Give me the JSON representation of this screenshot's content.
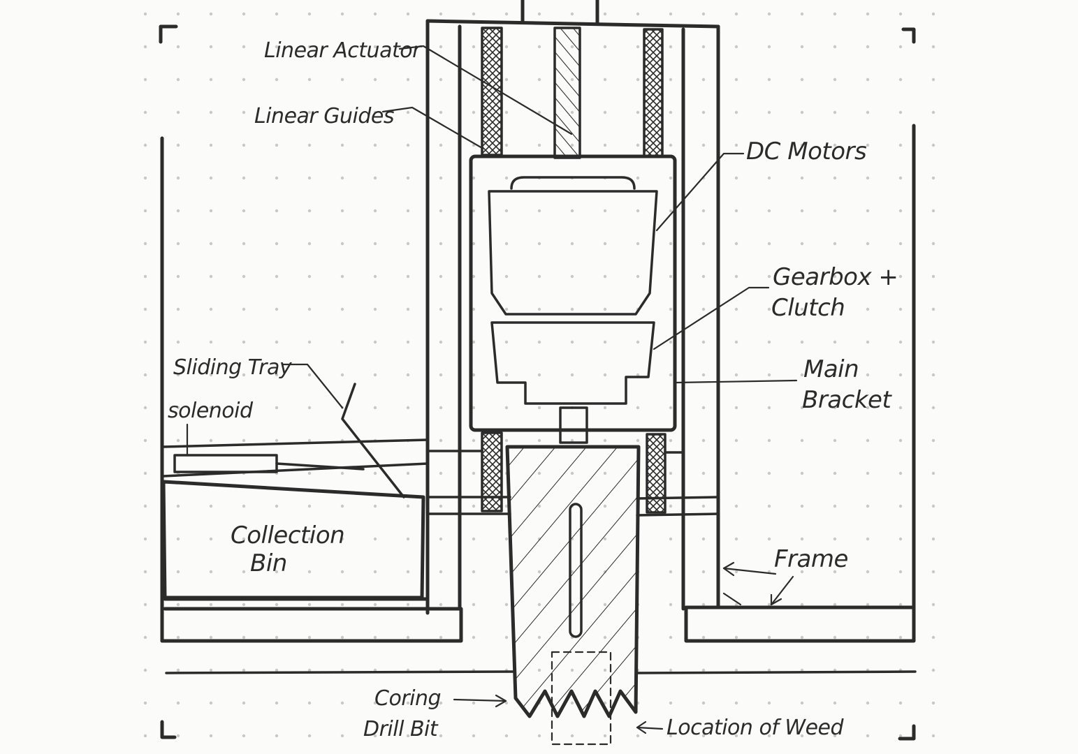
{
  "labels": {
    "linear_actuator": "Linear Actuator",
    "linear_guides": "Linear Guides",
    "dc_motors": "DC Motors",
    "gearbox_line1": "Gearbox +",
    "gearbox_line2": "Clutch",
    "main_bracket_line1": "Main",
    "main_bracket_line2": "Bracket",
    "sliding_tray": "Sliding Tray",
    "solenoid": "solenoid",
    "collection_bin_line1": "Collection",
    "collection_bin_line2": "Bin",
    "frame": "Frame",
    "coring_drill_bit_line1": "Coring",
    "coring_drill_bit_line2": "Drill Bit",
    "location_of_weed": "Location of Weed"
  },
  "colors": {
    "ink": "#2b2b2b",
    "paper": "#fbfbf9",
    "dot": "#c9c9c4"
  }
}
